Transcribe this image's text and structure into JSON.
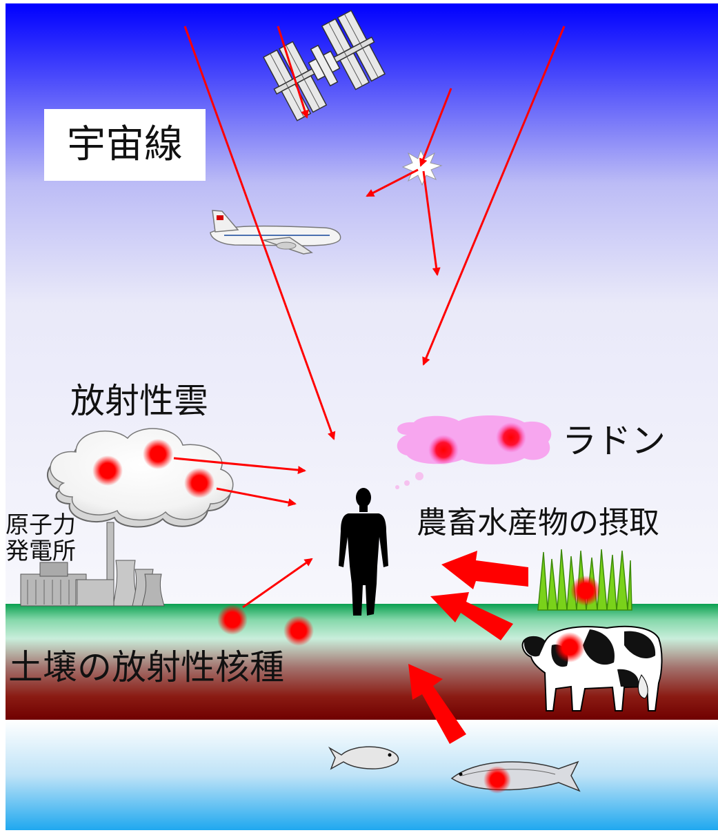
{
  "labels": {
    "cosmic_rays": "宇宙線",
    "radioactive_cloud": "放射性雲",
    "radon": "ラドン",
    "food_intake": "農畜水産物の摂取",
    "nuclear_plant_line1": "原子力",
    "nuclear_plant_line2": "発電所",
    "soil_nuclides": "土壌の放射性核種"
  },
  "icons": [
    "space-station-icon",
    "airplane-icon",
    "collision-burst-icon",
    "human-silhouette-icon",
    "nuclear-plant-icon",
    "grass-icon",
    "cow-icon",
    "carp-icon",
    "salmon-icon"
  ],
  "colors": {
    "sky_top": "#0000ff",
    "sky_mid": "#dcdcf6",
    "ground_green": "#0aa050",
    "soil_dark": "#7a0000",
    "water_blue": "#1fa8ef",
    "ray_red": "#ff0000",
    "radon_pink": "#f7a6ef",
    "hotspot_red": "#ff0000"
  }
}
